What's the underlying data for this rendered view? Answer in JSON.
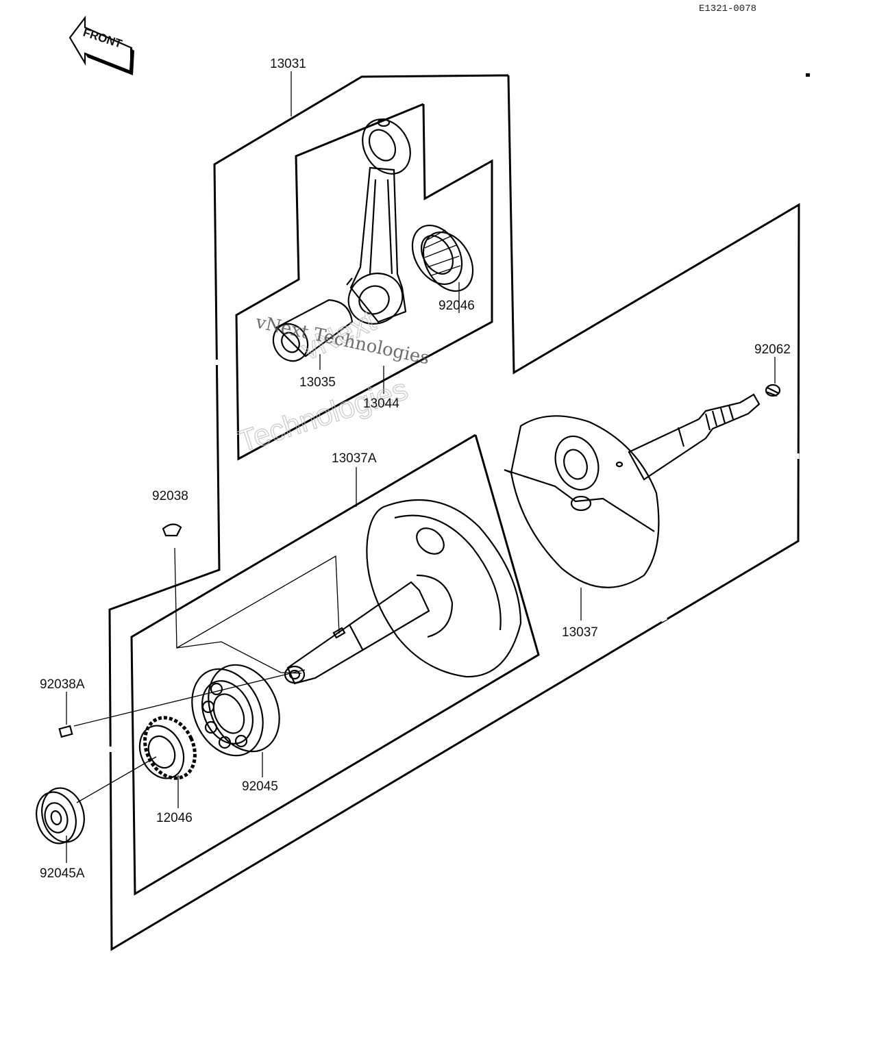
{
  "drawing_code": "E1321-0078",
  "front_label": "FRONT",
  "watermarks": {
    "line1": "vNext Technologies",
    "outline_1": "vNext",
    "outline_2": "Technologies"
  },
  "parts": {
    "p13031": "13031",
    "p92046": "92046",
    "p13035": "13035",
    "p13044": "13044",
    "p92062": "92062",
    "p13037A": "13037A",
    "p92038": "92038",
    "p13037": "13037",
    "p92038A": "92038A",
    "p92045": "92045",
    "p12046": "12046",
    "p92045A": "92045A"
  },
  "icons": [
    "front-arrow-icon",
    "connecting-rod-icon",
    "needle-bearing-icon",
    "crankpin-icon",
    "crank-half-left-icon",
    "crank-half-right-icon",
    "woodruff-key-icon",
    "ball-bearing-icon",
    "gear-icon",
    "plug-icon"
  ]
}
